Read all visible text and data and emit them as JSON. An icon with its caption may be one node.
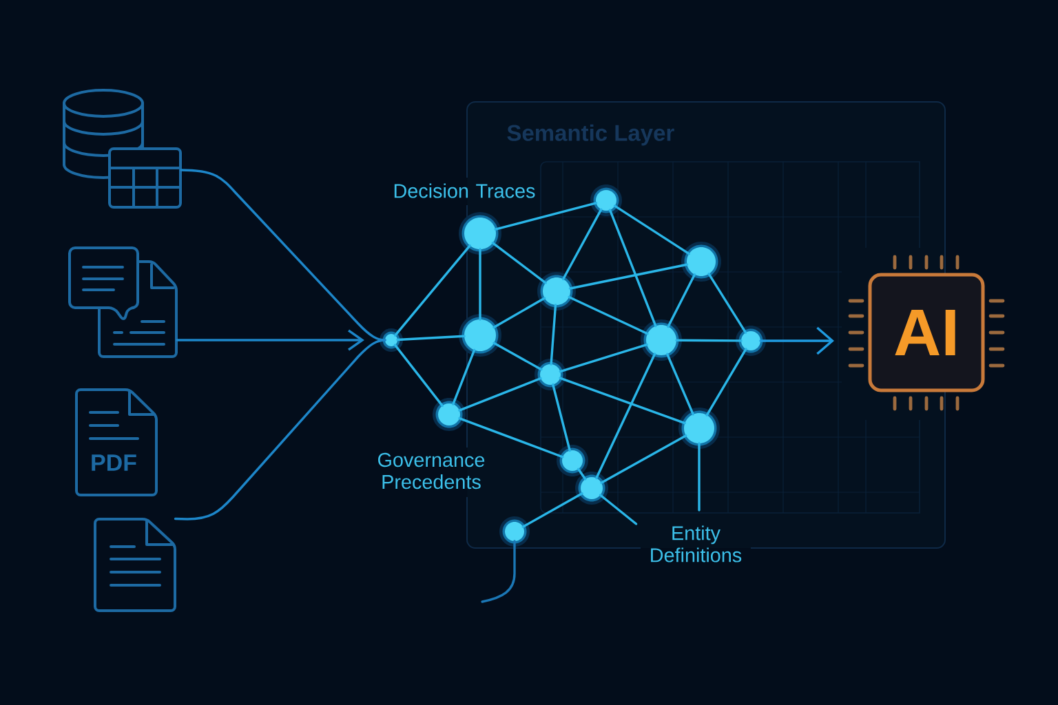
{
  "diagram": {
    "nodes": [
      {
        "text": [],
        "shape": "picture"
      },
      {
        "text": [],
        "shape": "picture"
      },
      {
        "text": [
          "PDF"
        ]
      },
      {
        "text": [],
        "shape": "picture"
      },
      {
        "text": [
          "Semantic Layer"
        ]
      },
      {
        "text": [],
        "shape": "circle"
      },
      {
        "text": [],
        "shape": "circle",
        "in": 4
      },
      {
        "text": [],
        "shape": "circle",
        "in": 4
      },
      {
        "text": [],
        "shape": "circle",
        "in": 4
      },
      {
        "text": [],
        "shape": "circle",
        "in": 4
      },
      {
        "text": [],
        "shape": "circle",
        "in": 4
      },
      {
        "text": [],
        "shape": "circle",
        "in": 4
      },
      {
        "text": [],
        "shape": "circle",
        "in": 4
      },
      {
        "text": [],
        "shape": "circle",
        "in": 4
      },
      {
        "text": [],
        "shape": "circle"
      },
      {
        "text": [],
        "shape": "circle",
        "in": 4
      },
      {
        "text": [],
        "shape": "circle",
        "in": 4
      },
      {
        "text": [],
        "shape": "circle",
        "in": 4
      },
      {
        "text": [],
        "shape": "circle",
        "in": 4
      },
      {
        "text": [
          "Entity Definitions"
        ]
      },
      {
        "text": [
          "AI"
        ]
      }
    ],
    "edges": [
      {
        "from": 0,
        "to": 5,
        "arrow": "none",
        "color": "#1d86c9"
      },
      {
        "from": 1,
        "to": 5,
        "arrow": "to",
        "color": "#1d86c9"
      },
      {
        "from": 3,
        "to": 5,
        "arrow": "none",
        "color": "#1d86c9"
      },
      {
        "from": 5,
        "to": 6,
        "arrow": "none"
      },
      {
        "from": 5,
        "to": 10,
        "arrow": "none"
      },
      {
        "from": 5,
        "to": 14,
        "arrow": "none"
      },
      {
        "from": 6,
        "to": 7,
        "arrow": "none"
      },
      {
        "from": 6,
        "to": 10,
        "arrow": "none"
      },
      {
        "from": 6,
        "to": 9,
        "arrow": "none"
      },
      {
        "from": 7,
        "to": 9,
        "arrow": "none"
      },
      {
        "from": 7,
        "to": 11,
        "arrow": "none"
      },
      {
        "from": 7,
        "to": 8,
        "arrow": "none"
      },
      {
        "from": 8,
        "to": 9,
        "arrow": "none"
      },
      {
        "from": 8,
        "to": 11,
        "arrow": "none"
      },
      {
        "from": 8,
        "to": 12,
        "arrow": "none"
      },
      {
        "from": 9,
        "to": 10,
        "arrow": "none"
      },
      {
        "from": 9,
        "to": 11,
        "arrow": "none"
      },
      {
        "from": 9,
        "to": 13,
        "arrow": "none"
      },
      {
        "from": 10,
        "to": 14,
        "arrow": "none"
      },
      {
        "from": 10,
        "to": 13,
        "arrow": "none"
      },
      {
        "from": 11,
        "to": 12,
        "arrow": "none"
      },
      {
        "from": 11,
        "to": 13,
        "arrow": "none"
      },
      {
        "from": 11,
        "to": 15,
        "arrow": "none"
      },
      {
        "from": 11,
        "to": 17,
        "arrow": "none"
      },
      {
        "from": 12,
        "to": 15,
        "arrow": "none"
      },
      {
        "from": 13,
        "to": 14,
        "arrow": "none"
      },
      {
        "from": 13,
        "to": 16,
        "arrow": "none"
      },
      {
        "from": 13,
        "to": 15,
        "arrow": "none"
      },
      {
        "from": 14,
        "to": 16,
        "arrow": "none"
      },
      {
        "from": 16,
        "to": 17,
        "arrow": "none"
      },
      {
        "from": 17,
        "to": 15,
        "arrow": "none"
      },
      {
        "from": 17,
        "to": 18,
        "arrow": "none"
      },
      {
        "from": 17,
        "to": 19,
        "arrow": "none"
      },
      {
        "from": 18,
        "to": null,
        "arrow": "none",
        "color": "#1b77b5"
      },
      {
        "from": 19,
        "to": 15,
        "arrow": "none"
      },
      {
        "from": 12,
        "to": 20,
        "arrow": "to",
        "color": "#1f9be0"
      }
    ],
    "labels": [
      "Decision Traces",
      "Governance Precedents"
    ]
  }
}
